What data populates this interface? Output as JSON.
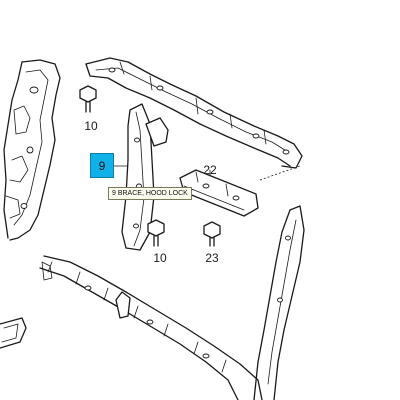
{
  "callouts": {
    "bolt_left": "10",
    "brace": "9",
    "bracket": "22",
    "bolt_center": "10",
    "bolt_right": "23"
  },
  "highlight": {
    "label": "9",
    "tooltip": "9 BRACE, HOOD LOCK",
    "color": "#0fb1e8"
  }
}
